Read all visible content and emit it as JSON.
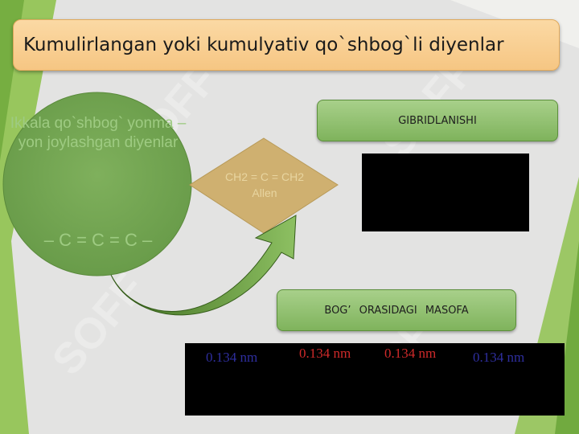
{
  "slide": {
    "title": "Kumulirlangan yoki kumulyativ qo`shbog`li diyenlar",
    "circle": {
      "text": "Ikkala qo`shbog` yonma – yon joylashgan diyenlar",
      "formula": "– C = C = C –"
    },
    "diamond": {
      "formula": "CH2 = C = CH2",
      "caption": "Allen"
    },
    "gibrid_label": "GIBRIDLANISHI",
    "masofa_label": "BOG’ ORASIDAGI MASOFA",
    "bond_lengths": [
      "0.134 nm",
      "0.134 nm",
      "0.134 nm",
      "0.134 nm"
    ],
    "watermark": "SOFF",
    "colors": {
      "background": "#e3e3e2",
      "title_fill": "#f6c683",
      "green_fill": "#7fb35c",
      "circle_fill": "#74a655",
      "diamond_fill": "#cfb070",
      "red_text": "#cf2a2a",
      "blue_text": "#2e2e9e"
    }
  }
}
